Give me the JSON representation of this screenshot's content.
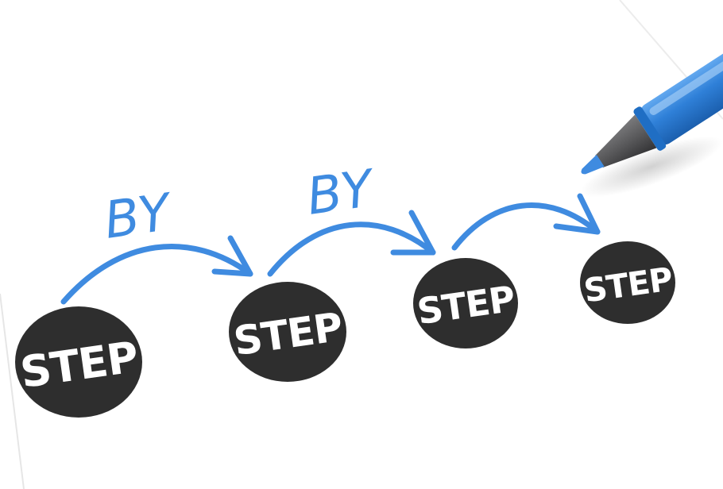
{
  "scene": {
    "words": {
      "step_1": "STEP",
      "step_2": "STEP",
      "step_3": "STEP",
      "step_4": "STEP",
      "by_1": "BY",
      "by_2": "BY"
    },
    "colors": {
      "background": "#ffffff",
      "paper_edge": "#e6e6e6",
      "ink_blue": "#3f8be0",
      "circle_fill": "#2e2e2e",
      "marker_body": "#2f80d8",
      "marker_tip_grey": "#58585a"
    },
    "icons": [
      "marker-pen-icon",
      "curved-arrow-icon"
    ]
  }
}
